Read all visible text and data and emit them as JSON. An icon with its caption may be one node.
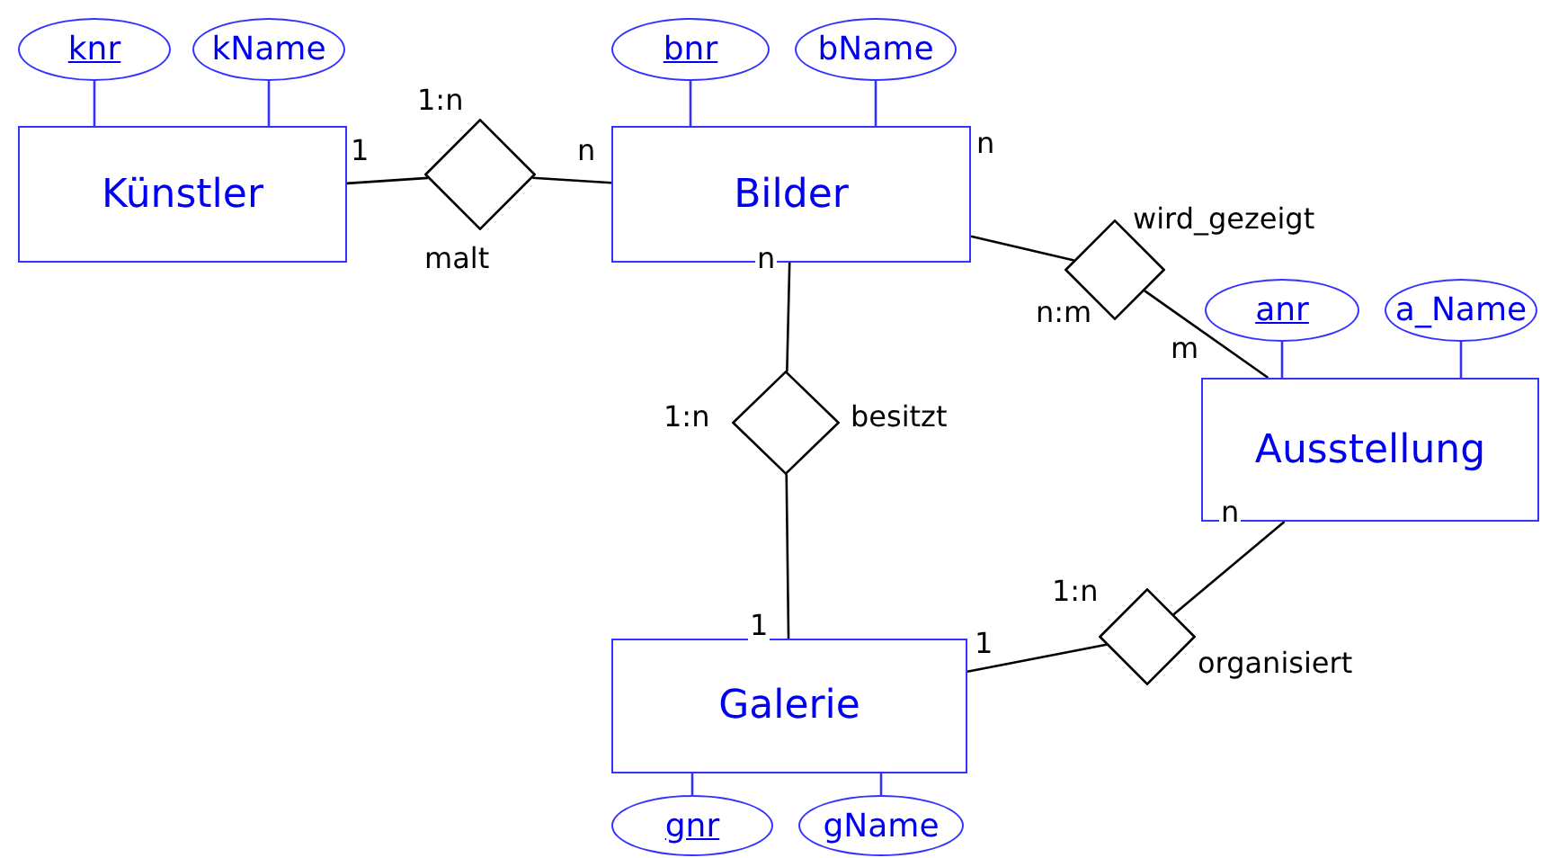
{
  "diagram": {
    "nodes": [
      {
        "text": [
          "Künstler"
        ]
      },
      {
        "text": [
          "knr"
        ]
      },
      {
        "text": [
          "kName"
        ]
      },
      {
        "text": [],
        "shape": "diamond",
        "beside": [
          "1:n",
          "malt"
        ]
      },
      {
        "text": [
          "Bilder"
        ]
      },
      {
        "text": [
          "bnr"
        ]
      },
      {
        "text": [
          "bName"
        ]
      },
      {
        "text": [],
        "shape": "diamond",
        "beside": [
          "wird_gezeigt",
          "n:m"
        ]
      },
      {
        "text": [],
        "shape": "diamond",
        "beside": [
          "1:n",
          "besitzt"
        ]
      },
      {
        "text": [
          "Ausstellung"
        ]
      },
      {
        "text": [
          "anr"
        ]
      },
      {
        "text": [
          "a_Name"
        ]
      },
      {
        "text": [],
        "shape": "diamond",
        "beside": [
          "1:n",
          "organisiert"
        ]
      },
      {
        "text": [
          "Galerie"
        ]
      },
      {
        "text": [
          "gnr"
        ]
      },
      {
        "text": [
          "gName"
        ]
      }
    ],
    "edges": [
      {
        "from": 1,
        "to": 0,
        "arrow": "none"
      },
      {
        "from": 2,
        "to": 0,
        "arrow": "none"
      },
      {
        "from": 5,
        "to": 4,
        "arrow": "none"
      },
      {
        "from": 6,
        "to": 4,
        "arrow": "none"
      },
      {
        "from": 10,
        "to": 9,
        "arrow": "none"
      },
      {
        "from": 11,
        "to": 9,
        "arrow": "none"
      },
      {
        "from": 14,
        "to": 13,
        "arrow": "none"
      },
      {
        "from": 15,
        "to": 13,
        "arrow": "none"
      },
      {
        "from": 0,
        "to": 3,
        "arrow": "none",
        "label": "1",
        "color": "#000000"
      },
      {
        "from": 3,
        "to": 4,
        "arrow": "none",
        "label": "n",
        "color": "#000000"
      },
      {
        "from": 4,
        "to": 7,
        "arrow": "none",
        "label": "n",
        "color": "#000000"
      },
      {
        "from": 7,
        "to": 9,
        "arrow": "none",
        "label": "m",
        "color": "#000000"
      },
      {
        "from": 4,
        "to": 8,
        "arrow": "none",
        "label": "n",
        "color": "#000000"
      },
      {
        "from": 8,
        "to": 13,
        "arrow": "none",
        "label": "1",
        "color": "#000000"
      },
      {
        "from": 13,
        "to": 12,
        "arrow": "none",
        "label": "1",
        "color": "#000000"
      },
      {
        "from": 12,
        "to": 9,
        "arrow": "none",
        "label": "n",
        "color": "#000000"
      }
    ]
  }
}
